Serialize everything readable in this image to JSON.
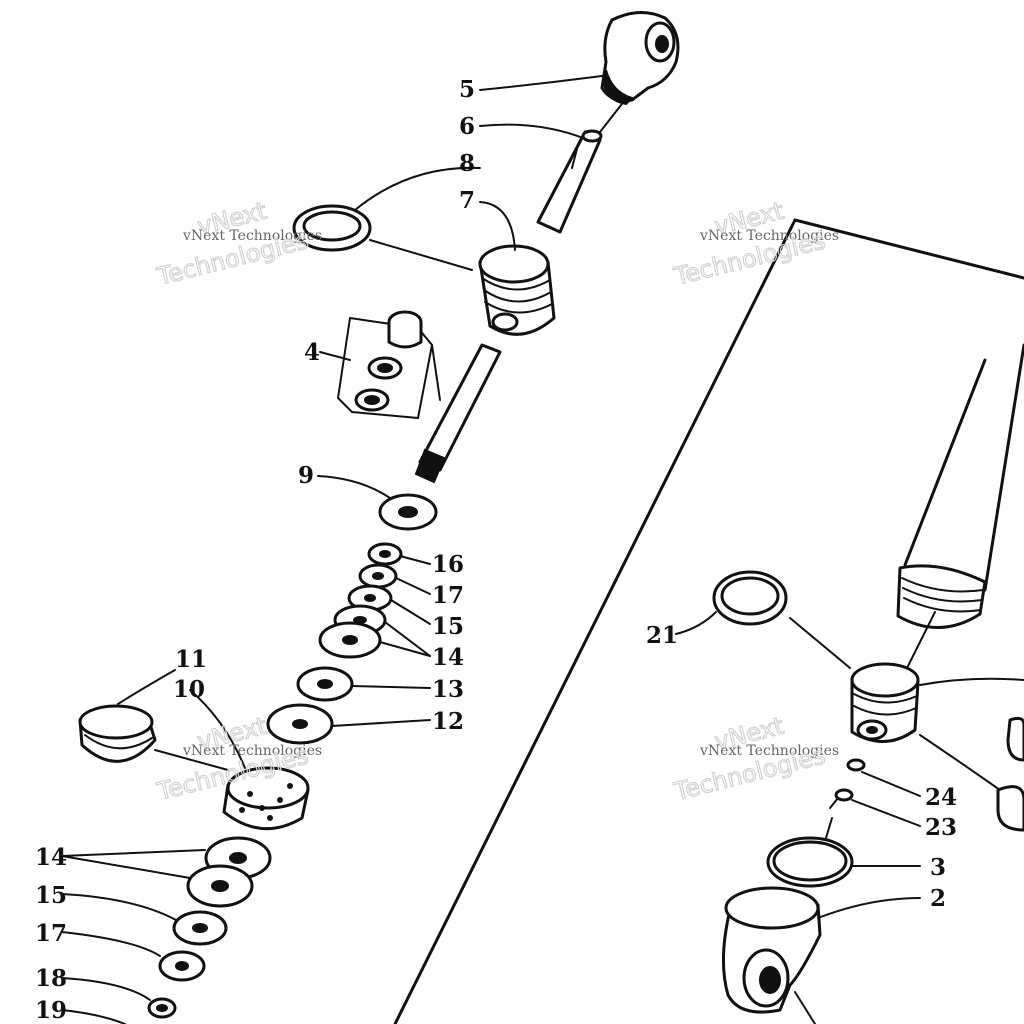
{
  "diagram": {
    "watermark": {
      "brand": "vNext",
      "text": "vNext Technologies",
      "word": "Technologies"
    },
    "callouts": {
      "c2": "2",
      "c3": "3",
      "c4": "4",
      "c5": "5",
      "c6": "6",
      "c7": "7",
      "c8": "8",
      "c9": "9",
      "c10": "10",
      "c11": "11",
      "c12": "12",
      "c13": "13",
      "c14a": "14",
      "c14b": "14",
      "c15a": "15",
      "c15b": "15",
      "c16": "16",
      "c17a": "17",
      "c17b": "17",
      "c18": "18",
      "c19": "19",
      "c21": "21",
      "c23": "23",
      "c24": "24"
    }
  }
}
